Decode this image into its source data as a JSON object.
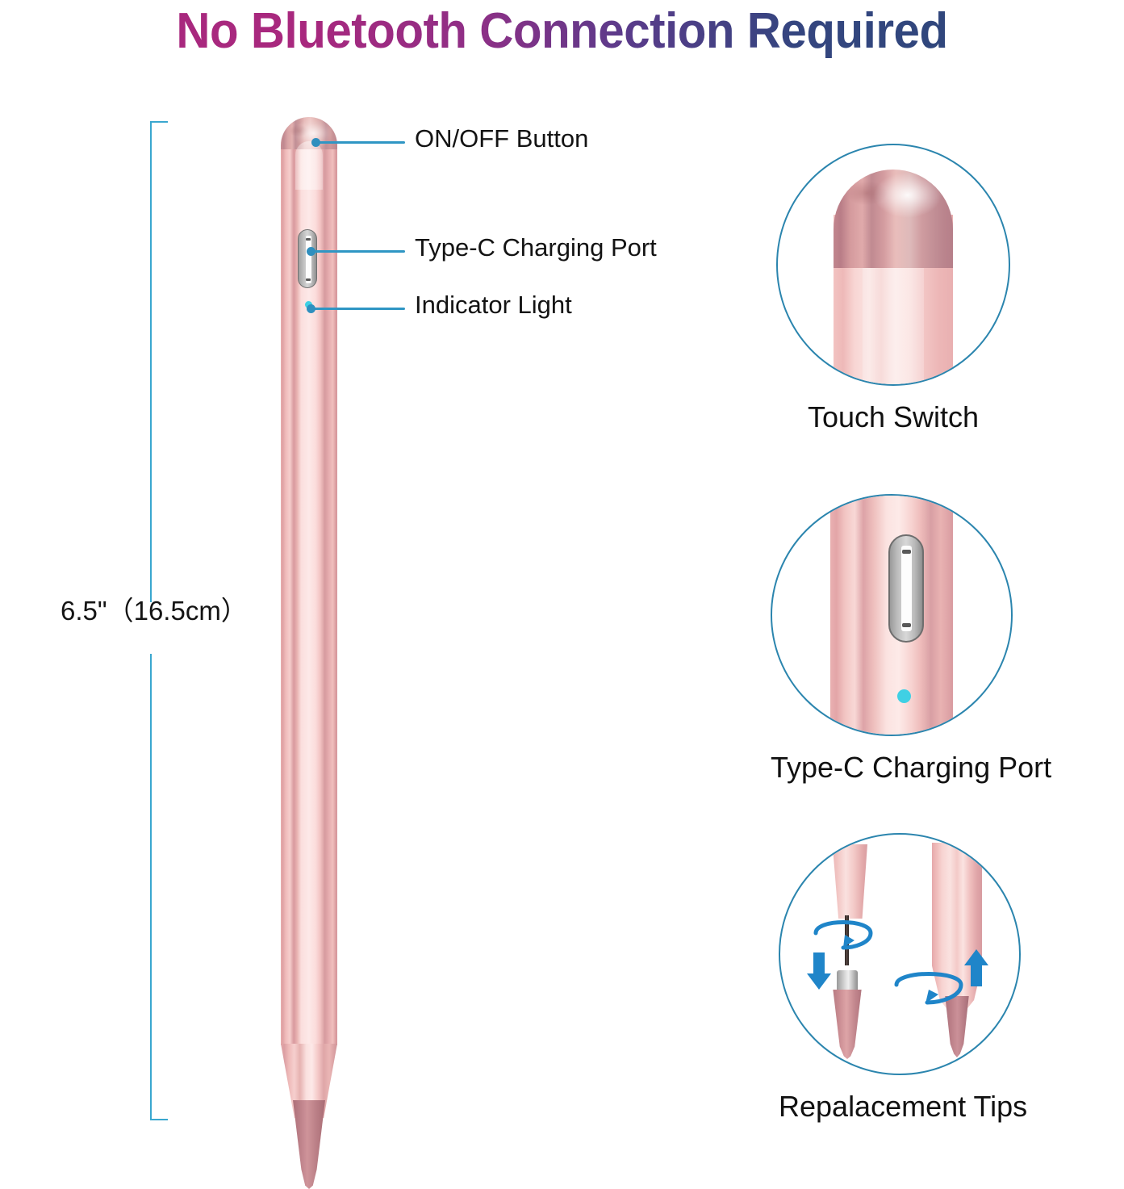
{
  "title": {
    "text": "No Bluetooth Connection Required",
    "color_start": "#a8287e",
    "color_end": "#2c4879"
  },
  "dimension": {
    "label": "6.5\"（16.5cm）",
    "inches": "6.5\"",
    "centimeters": "16.5cm",
    "line_color": "#3aa7cf"
  },
  "product": {
    "name": "stylus-pen",
    "body_color": "#f2c5c4",
    "tip_color": "#b0757c",
    "accent_color": "#2f96c4",
    "led_color": "#3fd0e4"
  },
  "callouts": [
    {
      "id": "on-off-button",
      "label": "ON/OFF Button"
    },
    {
      "id": "type-c-charging-port",
      "label": "Type-C Charging Port"
    },
    {
      "id": "indicator-light",
      "label": "Indicator Light"
    }
  ],
  "insets": [
    {
      "id": "touch-switch",
      "label": "Touch Switch"
    },
    {
      "id": "type-c-charging-port",
      "label": "Type-C Charging Port"
    },
    {
      "id": "replacement-tips",
      "label": "Repalacement Tips"
    }
  ],
  "inset_circle_color": "#2b85ae",
  "arrow_color": "#1f85c9"
}
